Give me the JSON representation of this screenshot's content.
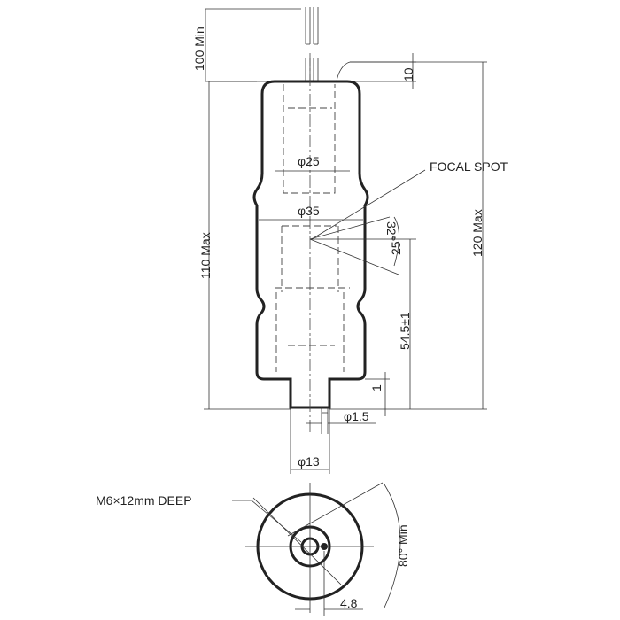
{
  "drawing": {
    "labels": {
      "lead_length": "100 Min",
      "cap_gap": "10",
      "focal_spot": "FOCAL SPOT",
      "upper_diameter": "φ25",
      "body_diameter": "φ35",
      "angle_upper": "32°",
      "angle_lower": "25°",
      "body_length": "110 Max",
      "overall_length": "120 Max",
      "focal_height": "54.5±1",
      "base_step": "1",
      "pin_diameter": "φ1.5",
      "base_diameter": "φ13",
      "thread": "M6×12mm DEEP",
      "window_angle": "80° Min",
      "pin_offset": "4.8"
    }
  }
}
